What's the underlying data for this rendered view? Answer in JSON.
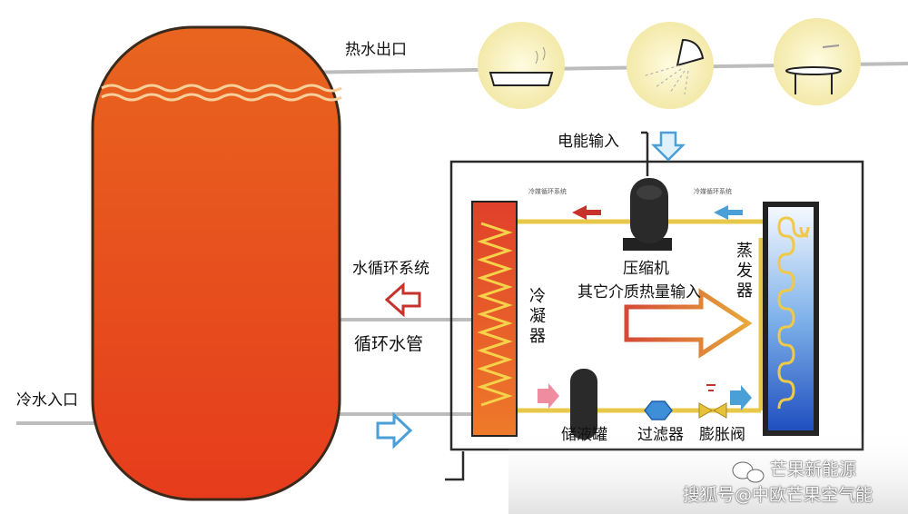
{
  "labels": {
    "hot_water_outlet": "热水出口",
    "electric_input": "电能输入",
    "water_circulation_system": "水循环系统",
    "circulation_pipe": "循环水管",
    "cold_water_inlet": "冷水入口",
    "compressor": "压缩机",
    "other_medium_heat_input": "其它介质热量输入",
    "condenser": "冷凝器",
    "evaporator": "蒸发器",
    "receiver_tank": "储液罐",
    "filter": "过滤器",
    "expansion_valve": "膨胀阀",
    "refrigerant_system_left": "冷媒循环系统",
    "refrigerant_system_right": "冷媒循环系统"
  },
  "watermark": {
    "account": "芒果新能源",
    "source": "搜狐号@中欧芒果空气能"
  },
  "colors": {
    "tank_top": "#e8651f",
    "tank_bottom": "#e63c1c",
    "refrigerant_pipe": "#e7c84a",
    "hot_arrow": "#c7332c",
    "cold_arrow": "#4a9fd6",
    "pink_arrow": "#ef8ca0"
  }
}
